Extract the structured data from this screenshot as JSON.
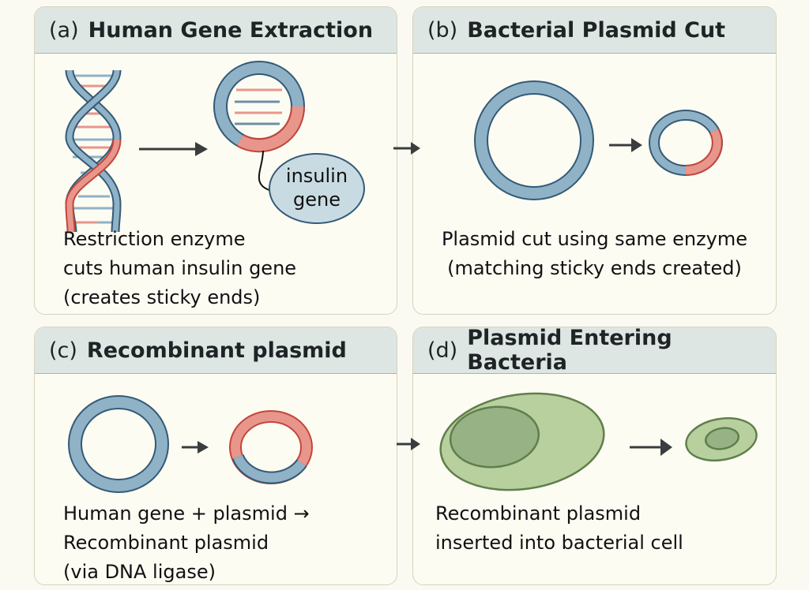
{
  "colors": {
    "blue": "#8fb2c6",
    "blue_stroke": "#335a77",
    "red": "#e8968b",
    "red_stroke": "#c4463c",
    "green": "#b8cf9e",
    "green_dark": "#8fae7c",
    "green_stroke": "#5f7f4c",
    "arrow": "#3a3d3d"
  },
  "panels": [
    {
      "label": "(a)",
      "title": "Human Gene Extraction",
      "caption": [
        "Restriction enzyme",
        "cuts human insulin gene",
        "(creates sticky ends)"
      ],
      "bubble": [
        "insulin",
        "gene"
      ]
    },
    {
      "label": "(b)",
      "title": "Bacterial Plasmid Cut",
      "caption": [
        "Plasmid cut using same enzyme",
        "(matching sticky ends created)"
      ]
    },
    {
      "label": "(c)",
      "title": "Recombinant plasmid",
      "caption": [
        "Human gene + plasmid →",
        "Recombinant plasmid",
        "(via DNA ligase)"
      ]
    },
    {
      "label": "(d)",
      "title": "Plasmid Entering Bacteria",
      "caption": [
        "Recombinant plasmid",
        "inserted into bacterial cell"
      ]
    }
  ]
}
